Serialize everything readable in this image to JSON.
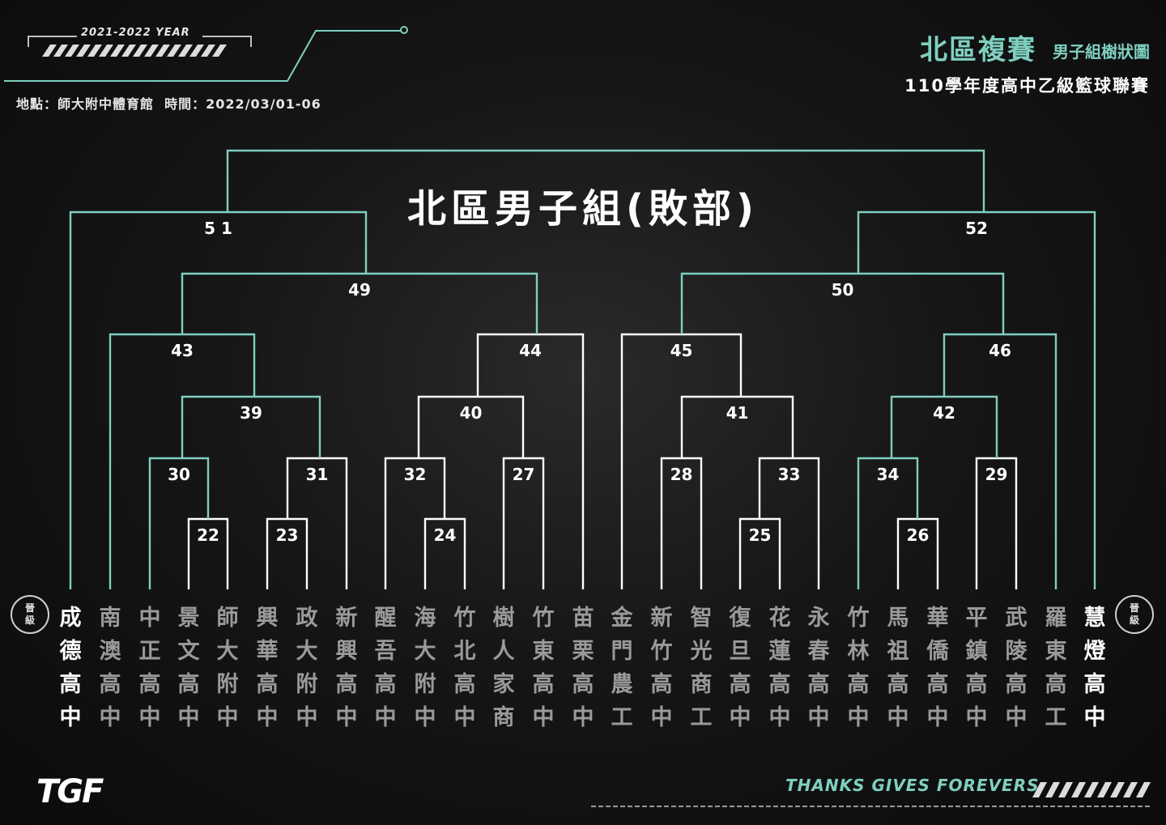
{
  "header": {
    "year_label": "2021-2022 YEAR",
    "venue_label": "地點：師大附中體育館",
    "time_label": "時間：2022/03/01-06",
    "title_main": "北區複賽",
    "title_sub": "男子組樹狀圖",
    "title_line2": "110學年度高中乙級籃球聯賽"
  },
  "bracket_title": "北區男子組(敗部)",
  "badges": {
    "left": [
      "晉",
      "級"
    ],
    "right": [
      "晉",
      "級"
    ]
  },
  "games": [
    "22",
    "23",
    "24",
    "25",
    "26",
    "27",
    "28",
    "29",
    "30",
    "31",
    "32",
    "33",
    "34",
    "39",
    "40",
    "41",
    "42",
    "43",
    "44",
    "45",
    "46",
    "49",
    "50",
    "5 1",
    "52"
  ],
  "teams": [
    {
      "name": "成德高中",
      "seed": true
    },
    {
      "name": "南澳高中",
      "seed": false
    },
    {
      "name": "中正高中",
      "seed": false
    },
    {
      "name": "景文高中",
      "seed": false
    },
    {
      "name": "師大附中",
      "seed": false
    },
    {
      "name": "興華高中",
      "seed": false
    },
    {
      "name": "政大附中",
      "seed": false
    },
    {
      "name": "新興高中",
      "seed": false
    },
    {
      "name": "醒吾高中",
      "seed": false
    },
    {
      "name": "海大附中",
      "seed": false
    },
    {
      "name": "竹北高中",
      "seed": false
    },
    {
      "name": "樹人家商",
      "seed": false
    },
    {
      "name": "竹東高中",
      "seed": false
    },
    {
      "name": "苗栗高中",
      "seed": false
    },
    {
      "name": "金門農工",
      "seed": false
    },
    {
      "name": "新竹高中",
      "seed": false
    },
    {
      "name": "智光商工",
      "seed": false
    },
    {
      "name": "復旦高中",
      "seed": false
    },
    {
      "name": "花蓮高中",
      "seed": false
    },
    {
      "name": "永春高中",
      "seed": false
    },
    {
      "name": "竹林高中",
      "seed": false
    },
    {
      "name": "馬祖高中",
      "seed": false
    },
    {
      "name": "華僑高中",
      "seed": false
    },
    {
      "name": "平鎮高中",
      "seed": false
    },
    {
      "name": "武陵高中",
      "seed": false
    },
    {
      "name": "羅東高工",
      "seed": false
    },
    {
      "name": "慧燈高中",
      "seed": true
    }
  ],
  "footer": {
    "brand": "TGF",
    "thanks": "THANKS GIVES FOREVERS"
  },
  "colors": {
    "accent": "#7fcfbf",
    "white_line": "#ffffff",
    "background": "#111111"
  }
}
